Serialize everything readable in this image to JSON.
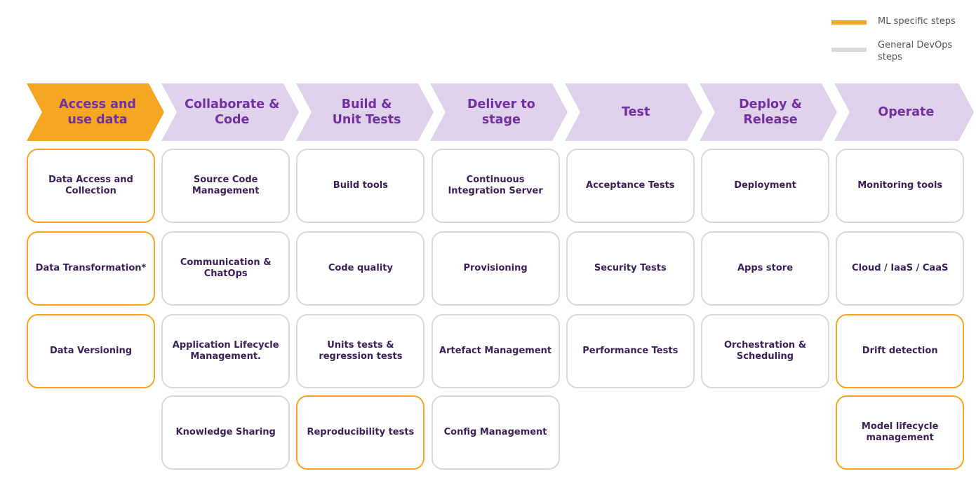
{
  "colors": {
    "ml": "#f5a623",
    "general": "#d9d9d9",
    "stage_fill": "#e0d1ed",
    "stage_first_fill": "#f5a623",
    "text": "#7030a0"
  },
  "legend": [
    {
      "key": "ml",
      "label": "ML specific steps"
    },
    {
      "key": "general",
      "label": "General DevOps steps"
    }
  ],
  "stages": [
    {
      "label": "Access and\nuse data",
      "ml": true,
      "cards": [
        {
          "label": "Data Access and Collection",
          "ml": true
        },
        {
          "label": "Data Transformation*",
          "ml": true
        },
        {
          "label": "Data Versioning",
          "ml": true
        }
      ]
    },
    {
      "label": "Collaborate &\nCode",
      "ml": false,
      "cards": [
        {
          "label": "Source Code Management",
          "ml": false
        },
        {
          "label": "Communication & ChatOps",
          "ml": false
        },
        {
          "label": "Application Lifecycle Management.",
          "ml": false
        },
        {
          "label": "Knowledge Sharing",
          "ml": false
        }
      ]
    },
    {
      "label": "Build &\nUnit Tests",
      "ml": false,
      "cards": [
        {
          "label": "Build tools",
          "ml": false
        },
        {
          "label": "Code quality",
          "ml": false
        },
        {
          "label": "Units tests & regression tests",
          "ml": false
        },
        {
          "label": "Reproducibility tests",
          "ml": true
        }
      ]
    },
    {
      "label": "Deliver to\nstage",
      "ml": false,
      "cards": [
        {
          "label": "Continuous Integration Server",
          "ml": false
        },
        {
          "label": "Provisioning",
          "ml": false
        },
        {
          "label": "Artefact Management",
          "ml": false
        },
        {
          "label": "Config Management",
          "ml": false
        }
      ]
    },
    {
      "label": "Test",
      "ml": false,
      "cards": [
        {
          "label": "Acceptance Tests",
          "ml": false
        },
        {
          "label": "Security Tests",
          "ml": false
        },
        {
          "label": "Performance Tests",
          "ml": false
        }
      ]
    },
    {
      "label": "Deploy &\nRelease",
      "ml": false,
      "cards": [
        {
          "label": "Deployment",
          "ml": false
        },
        {
          "label": "Apps store",
          "ml": false
        },
        {
          "label": "Orchestration & Scheduling",
          "ml": false
        }
      ]
    },
    {
      "label": "Operate",
      "ml": false,
      "cards": [
        {
          "label": "Monitoring tools",
          "ml": false
        },
        {
          "label": "Cloud / IaaS / CaaS",
          "ml": false
        },
        {
          "label": "Drift detection",
          "ml": true
        },
        {
          "label": "Model lifecycle management",
          "ml": true
        }
      ]
    }
  ]
}
